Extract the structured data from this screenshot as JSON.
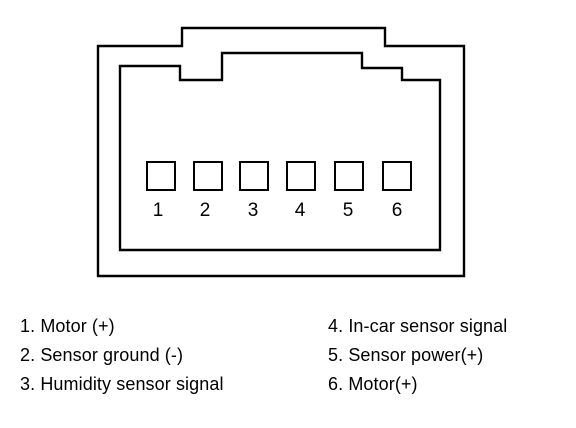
{
  "connector": {
    "pin_numbers": [
      "1",
      "2",
      "3",
      "4",
      "5",
      "6"
    ]
  },
  "legend": {
    "left": [
      "1. Motor (+)",
      "2. Sensor ground (-)",
      "3. Humidity sensor signal"
    ],
    "right": [
      "4. In-car sensor signal",
      "5. Sensor power(+)",
      "6. Motor(+)"
    ]
  }
}
